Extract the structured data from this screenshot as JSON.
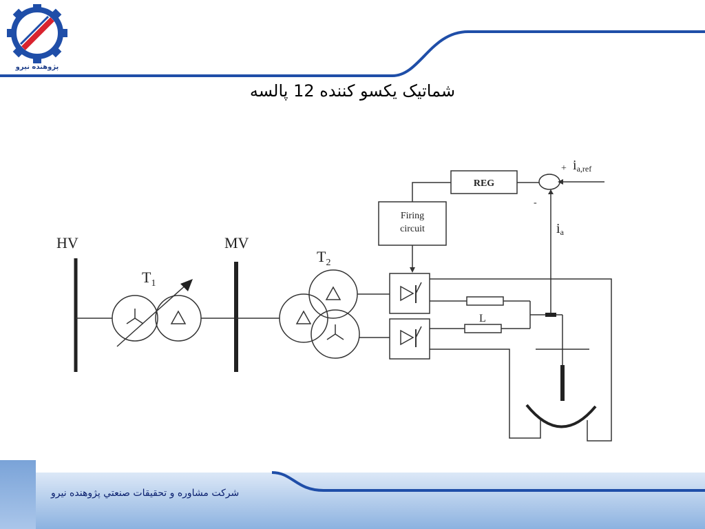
{
  "slide": {
    "title": "شماتیک یکسو کننده 12 پالسه",
    "logo_text": "پژوهنده نیرو",
    "footer_text": "شرکت مشاوره و تحقیقات صنعتي پژوهنده نیرو"
  },
  "diagram": {
    "labels": {
      "hv": "HV",
      "mv": "MV",
      "t1": "T",
      "t1_sub": "1",
      "t2": "T",
      "t2_sub": "2",
      "reg": "REG",
      "firing_line1": "Firing",
      "firing_line2": "circuit",
      "inductor": "L",
      "i_ref": "i",
      "i_ref_sub": "a,ref",
      "i_a": "i",
      "i_a_sub": "a",
      "plus": "+",
      "minus": "-"
    }
  },
  "colors": {
    "accent_blue": "#1f4ea8",
    "logo_red": "#d9232e",
    "footer_light": "#dce8f7",
    "footer_mid": "#8cb2e0",
    "title_text": "#000000",
    "footer_text": "#0a1f6e"
  }
}
